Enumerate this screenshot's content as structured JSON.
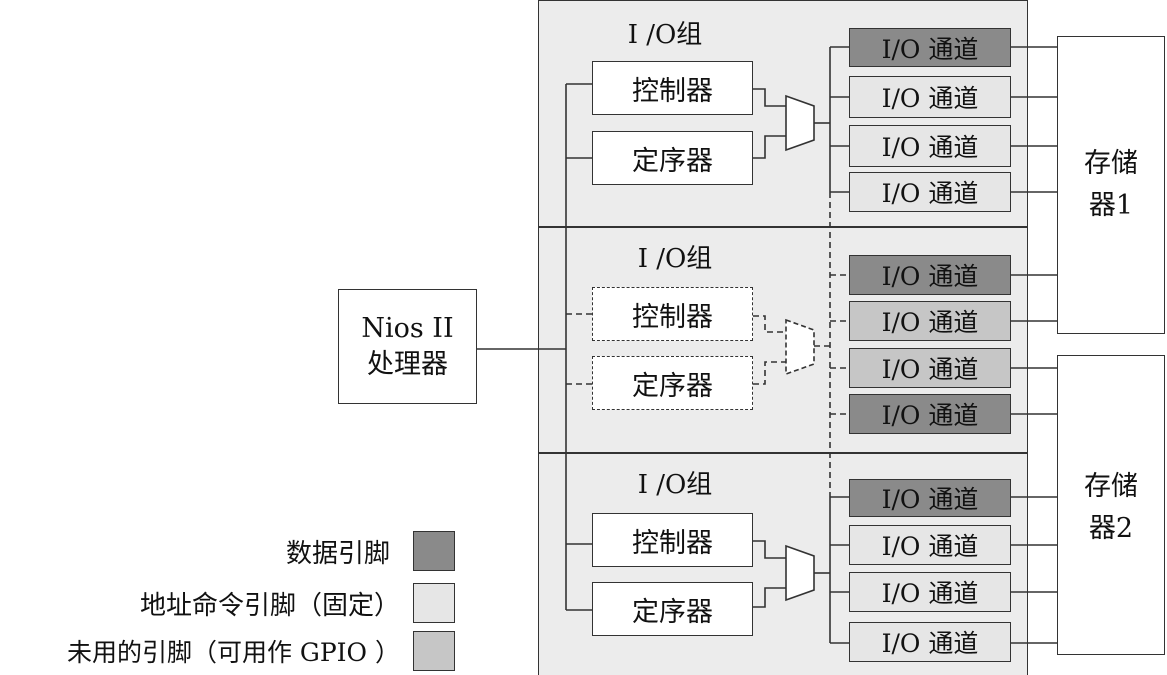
{
  "colors": {
    "data_pin": "#8a8a8a",
    "addr_pin": "#e6e6e6",
    "unused_pin": "#c6c6c6",
    "panel_bg": "#ececec",
    "line": "#333333"
  },
  "processor": {
    "line1": "Nios II",
    "line2": "处理器"
  },
  "groups": [
    {
      "title": "I /O组",
      "controller": "控制器",
      "sequencer": "定序器",
      "style": "solid",
      "channels": [
        {
          "label": "I/O 通道",
          "pin_type": "data"
        },
        {
          "label": "I/O 通道",
          "pin_type": "addr"
        },
        {
          "label": "I/O 通道",
          "pin_type": "addr"
        },
        {
          "label": "I/O 通道",
          "pin_type": "addr"
        }
      ]
    },
    {
      "title": "I /O组",
      "controller": "控制器",
      "sequencer": "定序器",
      "style": "dashed",
      "channels": [
        {
          "label": "I/O 通道",
          "pin_type": "data"
        },
        {
          "label": "I/O 通道",
          "pin_type": "unused"
        },
        {
          "label": "I/O 通道",
          "pin_type": "unused"
        },
        {
          "label": "I/O 通道",
          "pin_type": "data"
        }
      ]
    },
    {
      "title": "I /O组",
      "controller": "控制器",
      "sequencer": "定序器",
      "style": "solid",
      "channels": [
        {
          "label": "I/O 通道",
          "pin_type": "data"
        },
        {
          "label": "I/O 通道",
          "pin_type": "addr"
        },
        {
          "label": "I/O 通道",
          "pin_type": "addr"
        },
        {
          "label": "I/O 通道",
          "pin_type": "addr"
        }
      ]
    }
  ],
  "memories": [
    {
      "line1": "存储",
      "line2": "器1"
    },
    {
      "line1": "存储",
      "line2": "器2"
    }
  ],
  "legend": [
    {
      "label": "数据引脚",
      "type": "data"
    },
    {
      "label": "地址命令引脚（固定）",
      "type": "addr"
    },
    {
      "label": "未用的引脚（可用作 GPIO ）",
      "type": "unused"
    }
  ]
}
